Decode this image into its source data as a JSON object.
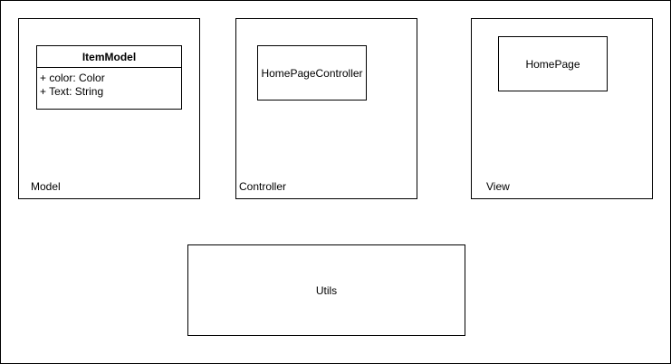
{
  "packages": {
    "model": {
      "label": "Model"
    },
    "controller": {
      "label": "Controller"
    },
    "view": {
      "label": "View"
    }
  },
  "item_model_class": {
    "name": "ItemModel",
    "attributes": [
      "+ color: Color",
      "+ Text: String"
    ]
  },
  "home_page_controller": {
    "label": "HomePageController"
  },
  "home_page": {
    "label": "HomePage"
  },
  "utils": {
    "label": "Utils"
  }
}
